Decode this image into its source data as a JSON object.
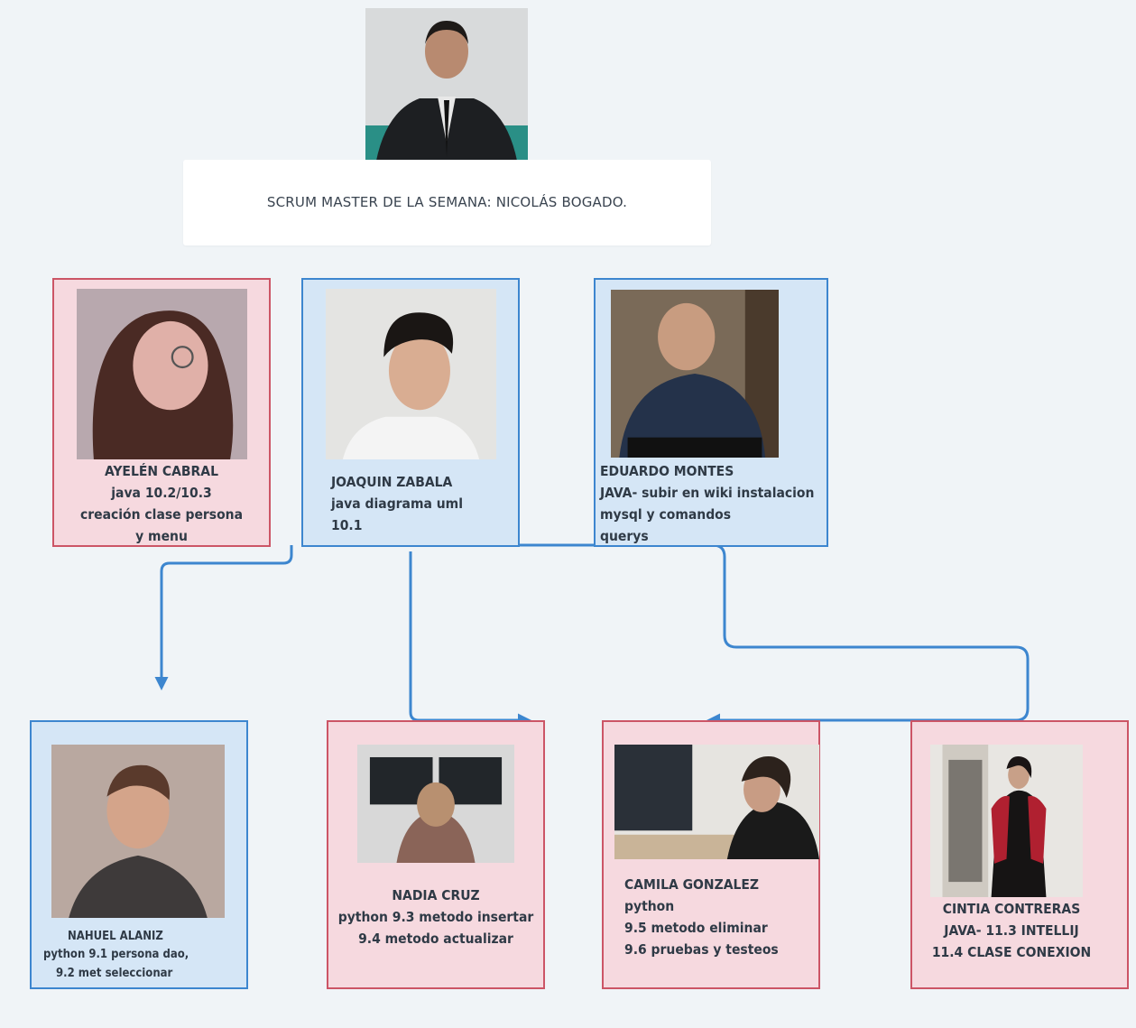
{
  "scrum_master": {
    "banner_text": "SCRUM MASTER DE LA SEMANA: NICOLÁS BOGADO."
  },
  "team": [
    {
      "name": "AYELÉN CABRAL",
      "lines": [
        "java 10.2/10.3",
        "creación clase persona",
        "y menu"
      ],
      "color": "pink"
    },
    {
      "name": "JOAQUIN  ZABALA",
      "lines": [
        "java  diagrama uml",
        "10.1"
      ],
      "color": "blue"
    },
    {
      "name": "EDUARDO MONTES",
      "lines": [
        "JAVA- subir en wiki instalacion",
        "mysql y comandos",
        "querys"
      ],
      "color": "blue"
    },
    {
      "name": "NAHUEL ALANIZ",
      "lines": [
        "python 9.1 persona dao,",
        "9.2 met seleccionar"
      ],
      "color": "blue"
    },
    {
      "name": "NADIA CRUZ",
      "lines": [
        "python 9.3 metodo insertar",
        "9.4 metodo  actualizar"
      ],
      "color": "pink"
    },
    {
      "name": "CAMILA GONZALEZ",
      "lines": [
        "python",
        "9.5 metodo eliminar",
        "9.6 pruebas y testeos"
      ],
      "color": "pink"
    },
    {
      "name": "CINTIA CONTRERAS",
      "lines": [
        "JAVA- 11.3 INTELLIJ",
        "11.4 CLASE CONEXION"
      ],
      "color": "pink"
    }
  ],
  "colors": {
    "pink_fill": "#f6d9df",
    "pink_border": "#cc5566",
    "blue_fill": "#d5e6f6",
    "blue_border": "#3d86cf",
    "connector": "#3d86cf"
  }
}
